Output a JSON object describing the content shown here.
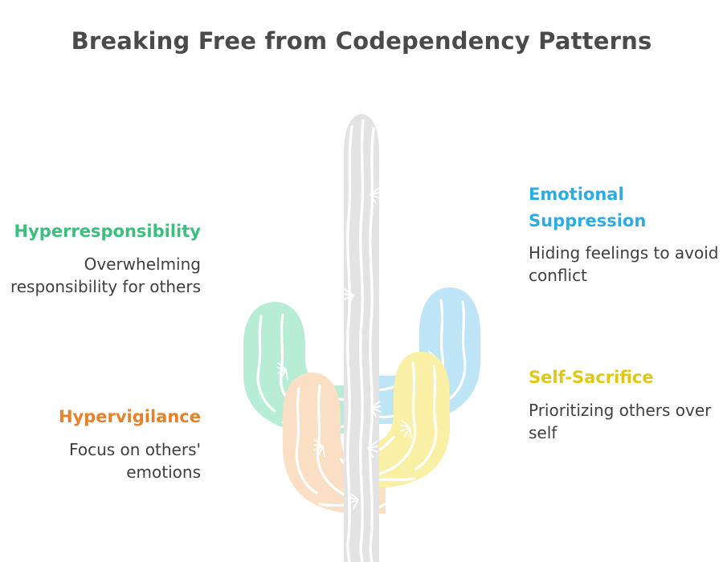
{
  "page": {
    "title": "Breaking Free from Codependency Patterns",
    "background_color": "#FFFFFF",
    "title_color": "#4A4A4A",
    "body_text_color": "#3F3F3F"
  },
  "illustration": {
    "name": "saguaro-cactus",
    "trunk_color": "#E3E3E3",
    "detail_line_color": "#FFFFFF",
    "arms": [
      {
        "name": "arm-green",
        "color": "#B7EDD5",
        "position": "upper-left"
      },
      {
        "name": "arm-blue",
        "color": "#BDE5F5",
        "position": "upper-right"
      },
      {
        "name": "arm-orange",
        "color": "#FADFC4",
        "position": "lower-left"
      },
      {
        "name": "arm-yellow",
        "color": "#F9EFA5",
        "position": "lower-right"
      }
    ]
  },
  "labels": [
    {
      "id": "hyperresponsibility",
      "heading": "Hyperresponsibility",
      "description": "Overwhelming responsibility for others",
      "color": "#3AC07C",
      "side": "left"
    },
    {
      "id": "hypervigilance",
      "heading": "Hypervigilance",
      "description": "Focus on others' emotions",
      "color": "#E8822A",
      "side": "left"
    },
    {
      "id": "emotional_suppression",
      "heading": "Emotional Suppression",
      "description": "Hiding feelings to avoid conflict",
      "color": "#2BACE2",
      "side": "right"
    },
    {
      "id": "self_sacrifice",
      "heading": "Self-Sacrifice",
      "description": "Prioritizing others over self",
      "color": "#DFC815",
      "side": "right"
    }
  ]
}
